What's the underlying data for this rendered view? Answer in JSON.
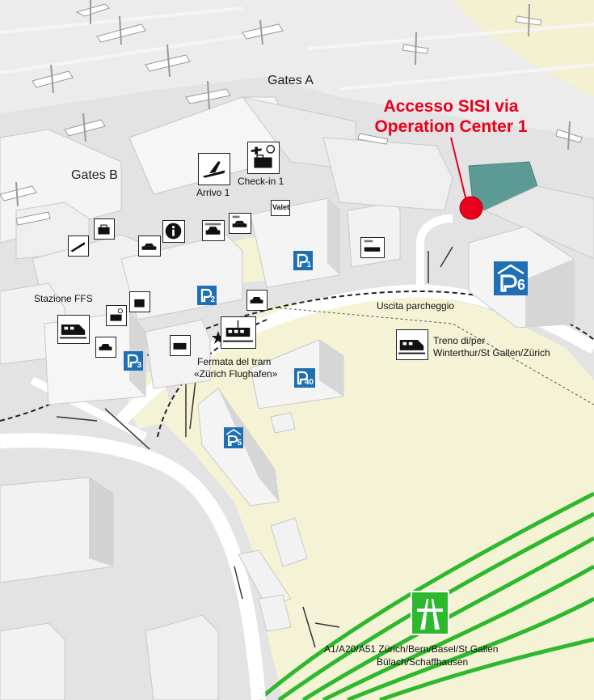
{
  "labels": {
    "gates_a": "Gates A",
    "gates_b": "Gates B",
    "arrivo": "Arrivo 1",
    "checkin": "Check-in 1",
    "stazione": "Stazione FFS",
    "uscita": "Uscita parcheggio",
    "treno_line1": "Treno di/per",
    "treno_line2": "Winterthur/St Gallen/Zürich",
    "tram_line1": "Fermata del tram",
    "tram_line2": "«Zürich Flughafen»",
    "motorway_line1": "A1/A20/A51 Zürich/Bern/Basel/St.Gallen",
    "motorway_line2": "Bülach/Schaffhausen"
  },
  "callout": {
    "line1": "Accesso SISI via",
    "line2": "Operation Center 1",
    "color": "#e8001c"
  },
  "parking": [
    {
      "name": "parking-p1",
      "num": "1"
    },
    {
      "name": "parking-p2",
      "num": "2"
    },
    {
      "name": "parking-p3",
      "num": "3"
    },
    {
      "name": "parking-p5",
      "num": "5"
    },
    {
      "name": "parking-p6",
      "num": "6"
    },
    {
      "name": "parking-p40",
      "num": "40"
    }
  ],
  "signs": {
    "valet": "Valet"
  },
  "colors": {
    "parking_blue": "#1f6fb5",
    "motorway_green": "#2db82d",
    "highlight_red": "#e8001c",
    "ground_yellow": "#f5f3d6"
  },
  "icons": [
    "airplane-arrival-icon",
    "checkin-icon",
    "info-icon",
    "taxi-icon",
    "rental-car-icon",
    "train-icon",
    "tram-icon",
    "hotel-icon",
    "motorway-icon",
    "baggage-icon"
  ]
}
